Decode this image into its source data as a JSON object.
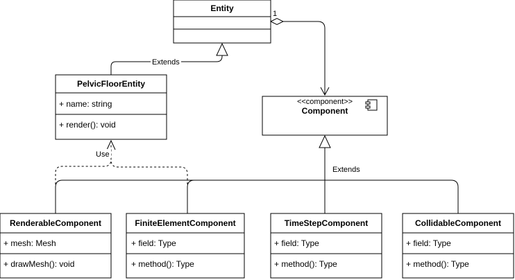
{
  "entity": {
    "title": "Entity"
  },
  "pelvic": {
    "title": "PelvicFloorEntity",
    "attributes": [
      "+ name: string"
    ],
    "operations": [
      "+ render(): void"
    ]
  },
  "component": {
    "stereotype": "<<component>>",
    "title": "Component",
    "icon": "component-icon"
  },
  "renderable": {
    "title": "RenderableComponent",
    "attributes": [
      "+ mesh: Mesh"
    ],
    "operations": [
      "+ drawMesh(): void"
    ]
  },
  "finite": {
    "title": "FiniteElementComponent",
    "attributes": [
      "+ field: Type"
    ],
    "operations": [
      "+ method(): Type"
    ]
  },
  "timestep": {
    "title": "TimeStepComponent",
    "attributes": [
      "+ field: Type"
    ],
    "operations": [
      "+ method(): Type"
    ]
  },
  "collidable": {
    "title": "CollidableComponent",
    "attributes": [
      "+ field: Type"
    ],
    "operations": [
      "+ method(): Type"
    ]
  },
  "relations": {
    "extends_entity": "Extends",
    "extends_component": "Extends",
    "use": "Use",
    "multiplicity": "1"
  }
}
